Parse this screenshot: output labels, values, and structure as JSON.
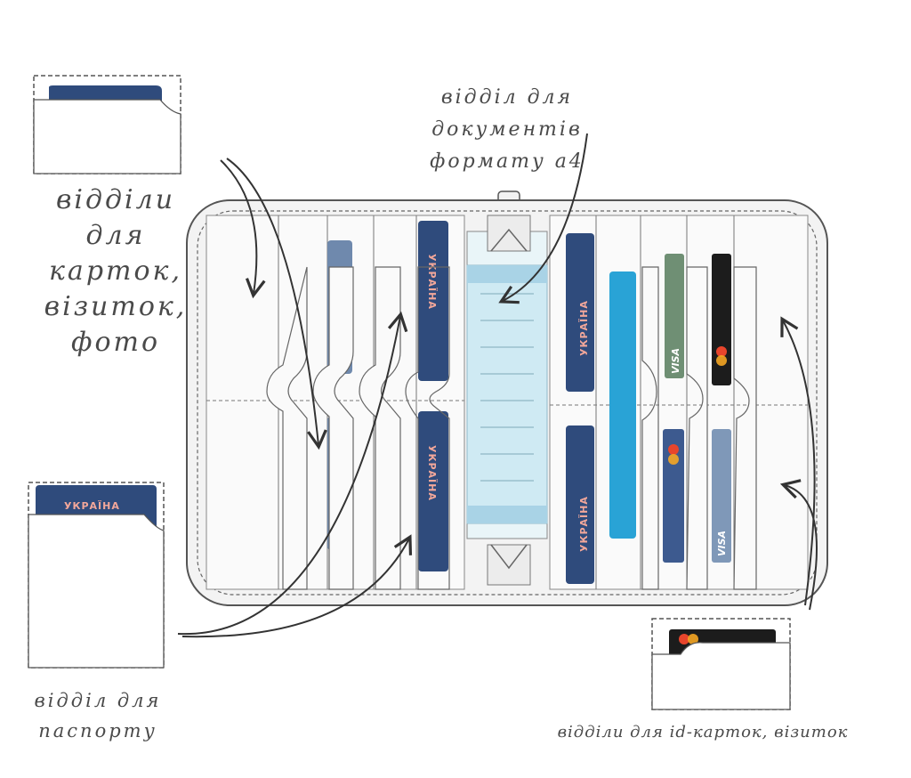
{
  "labels": {
    "cards_section": "відділи для\nкарток,\nвізиток,\nфото",
    "a4_section": "відділ для документів\nформату а4",
    "passport_section": "відділ для\nпаспорту",
    "id_section": "відділи для id-карток, візиток"
  },
  "passport_text": "УКРАЇНА",
  "card_brand": "VISA",
  "colors": {
    "outline": "#555555",
    "passport_blue": "#2f4b7c",
    "card_blue_light": "#6f89ad",
    "card_cyan": "#29a3d6",
    "card_green": "#6f8f74",
    "card_black": "#1c1c1c",
    "document": "#cfeaf3"
  }
}
